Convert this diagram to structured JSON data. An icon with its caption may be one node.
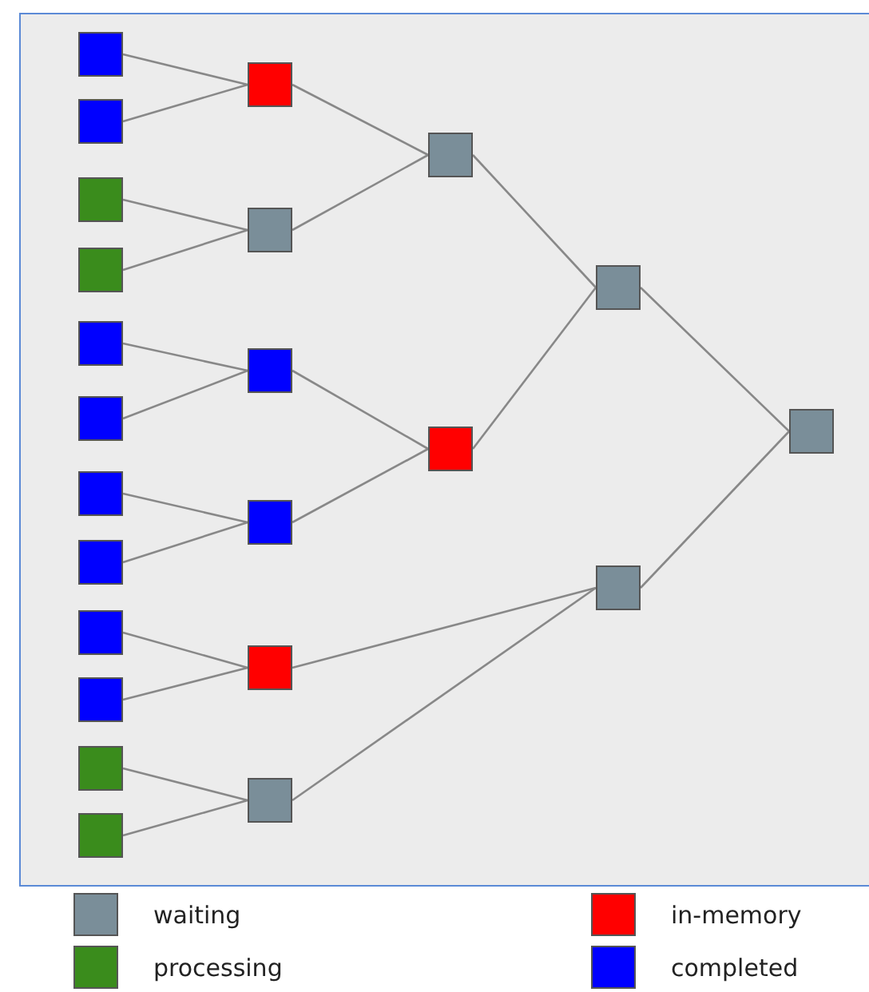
{
  "diagram": {
    "nodes": [
      {
        "text": [],
        "shape": "box"
      },
      {
        "text": [],
        "shape": "box"
      },
      {
        "text": [],
        "shape": "box"
      },
      {
        "text": [],
        "shape": "box"
      },
      {
        "text": [],
        "shape": "box"
      },
      {
        "text": [],
        "shape": "box"
      },
      {
        "text": [],
        "shape": "box"
      },
      {
        "text": [],
        "shape": "box"
      },
      {
        "text": [],
        "shape": "box"
      },
      {
        "text": [],
        "shape": "box"
      },
      {
        "text": [],
        "shape": "box"
      },
      {
        "text": [],
        "shape": "box"
      },
      {
        "text": [],
        "shape": "box"
      },
      {
        "text": [],
        "shape": "box"
      },
      {
        "text": [],
        "shape": "box"
      },
      {
        "text": [],
        "shape": "box"
      },
      {
        "text": [],
        "shape": "box"
      },
      {
        "text": [],
        "shape": "box"
      },
      {
        "text": [],
        "shape": "box"
      },
      {
        "text": [],
        "shape": "box"
      },
      {
        "text": [],
        "shape": "box"
      },
      {
        "text": [],
        "shape": "box"
      },
      {
        "text": [],
        "shape": "box"
      }
    ],
    "edges": [
      {
        "from": 0,
        "to": 12,
        "arrow": "none"
      },
      {
        "from": 1,
        "to": 12,
        "arrow": "none"
      },
      {
        "from": 2,
        "to": 13,
        "arrow": "none"
      },
      {
        "from": 3,
        "to": 13,
        "arrow": "none"
      },
      {
        "from": 4,
        "to": 14,
        "arrow": "none"
      },
      {
        "from": 5,
        "to": 14,
        "arrow": "none"
      },
      {
        "from": 6,
        "to": 15,
        "arrow": "none"
      },
      {
        "from": 7,
        "to": 15,
        "arrow": "none"
      },
      {
        "from": 8,
        "to": 16,
        "arrow": "none"
      },
      {
        "from": 9,
        "to": 16,
        "arrow": "none"
      },
      {
        "from": 10,
        "to": 17,
        "arrow": "none"
      },
      {
        "from": 11,
        "to": 17,
        "arrow": "none"
      },
      {
        "from": 12,
        "to": 18,
        "arrow": "none"
      },
      {
        "from": 13,
        "to": 18,
        "arrow": "none"
      },
      {
        "from": 14,
        "to": 19,
        "arrow": "none"
      },
      {
        "from": 15,
        "to": 19,
        "arrow": "none"
      },
      {
        "from": 18,
        "to": 20,
        "arrow": "none"
      },
      {
        "from": 19,
        "to": 20,
        "arrow": "none"
      },
      {
        "from": 16,
        "to": 21,
        "arrow": "none"
      },
      {
        "from": 17,
        "to": 21,
        "arrow": "none"
      },
      {
        "from": 20,
        "to": 22,
        "arrow": "none"
      },
      {
        "from": 21,
        "to": 22,
        "arrow": "none"
      }
    ],
    "legend": [
      {
        "text": "waiting",
        "color": "#7a8e99"
      },
      {
        "text": "in-memory",
        "color": "#ff0000"
      },
      {
        "text": "processing",
        "color": "#3a8c1c"
      },
      {
        "text": "completed",
        "color": "#0000ff"
      }
    ]
  }
}
